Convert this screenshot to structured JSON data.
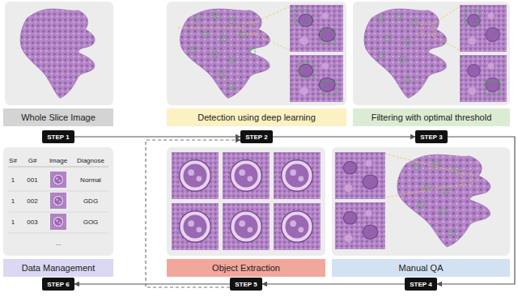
{
  "diagram": {
    "nodes": [
      {
        "text": [
          "Whole Slice Image"
        ]
      },
      {
        "text": [
          "Detection using deep learning"
        ]
      },
      {
        "text": [
          "Filtering with optimal threshold"
        ]
      },
      {
        "text": [
          "STEP 1"
        ]
      },
      {
        "text": [
          "STEP 2"
        ]
      },
      {
        "text": [
          "STEP 3"
        ]
      },
      {
        "text": [
          "Data Management"
        ]
      },
      {
        "text": [
          "Object Extraction"
        ]
      },
      {
        "text": [
          "Manual QA"
        ]
      },
      {
        "text": [
          "STEP 6"
        ]
      },
      {
        "text": [
          "STEP 5"
        ]
      },
      {
        "text": [
          "STEP 4"
        ]
      }
    ],
    "edges": [
      {
        "from": 3,
        "to": 4,
        "arrow": "to"
      },
      {
        "from": 4,
        "to": 5,
        "arrow": "to"
      },
      {
        "from": 5,
        "to": 11,
        "arrow": "to"
      },
      {
        "from": 11,
        "to": 10,
        "arrow": "to"
      },
      {
        "from": 10,
        "to": 9,
        "arrow": "to"
      },
      {
        "from": 10,
        "to": 4,
        "arrow": "to"
      }
    ],
    "labels": [
      "S#",
      "G#",
      "Image",
      "Diagnose",
      "1",
      "001",
      "Normal",
      "1",
      "002",
      "GDG",
      "1",
      "003",
      "GOG",
      "..."
    ]
  }
}
